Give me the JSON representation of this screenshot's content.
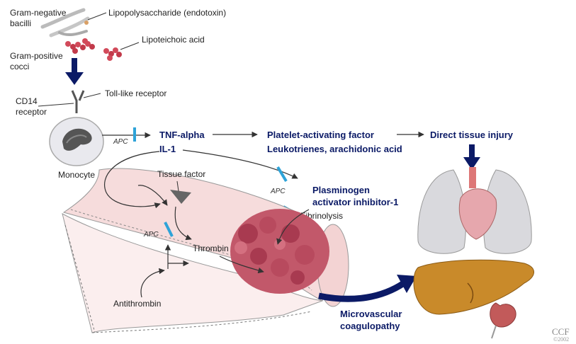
{
  "labels": {
    "gram_negative": "Gram-negative",
    "bacilli": "bacilli",
    "lps": "Lipopolysaccharide (endotoxin)",
    "lipoteichoic": "Lipoteichoic acid",
    "gram_positive": "Gram-positive",
    "cocci": "cocci",
    "cd14": "CD14",
    "receptor": "receptor",
    "toll_like": "Toll-like receptor",
    "monocyte": "Monocyte",
    "apc": "APC",
    "tnf": "TNF-alpha",
    "il1": "IL-1",
    "paf": "Platelet-activating factor",
    "leuko": "Leukotrienes, arachidonic acid",
    "direct_injury": "Direct tissue injury",
    "tissue_factor": "Tissue factor",
    "pai_line1": "Plasminogen",
    "pai_line2": "activator inhibitor-1",
    "fibrinolysis": "Fibrinolysis",
    "thrombin": "Thrombin",
    "antithrombin": "Antithrombin",
    "micro_line1": "Microvascular",
    "micro_line2": "coagulopathy",
    "ccf": "CCF",
    "year": "©2002"
  },
  "colors": {
    "arrow_dark": "#0b1a66",
    "inhibitor_bar": "#2ea3d8",
    "vessel_wall": "#f2c9c9",
    "clot": "#b8475a",
    "liver": "#c98a2a",
    "lung": "#d9d9dd"
  }
}
